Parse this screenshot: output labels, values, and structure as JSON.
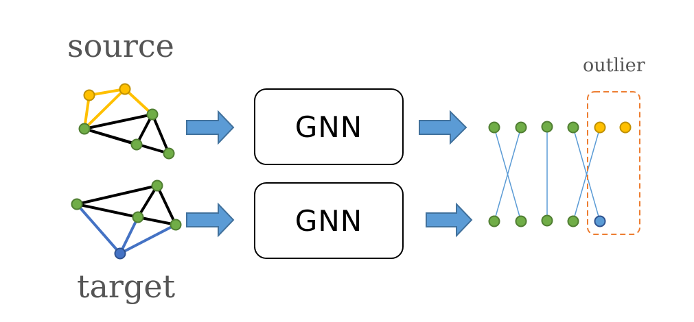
{
  "labels": {
    "source": "source",
    "target": "target",
    "outlier": "outlier"
  },
  "gnn": {
    "top": "GNN",
    "bottom": "GNN"
  },
  "colors": {
    "green_node": "#70AD47",
    "yellow_node": "#FFC000",
    "blue_node": "#4472C4",
    "yellow_edge": "#FFC000",
    "blue_edge": "#4472C4",
    "black_edge": "#000000",
    "arrow_fill": "#5B9BD5",
    "arrow_stroke": "#41719C",
    "match_line": "#5B9BD5",
    "outlier_box": "#ED7D31"
  }
}
